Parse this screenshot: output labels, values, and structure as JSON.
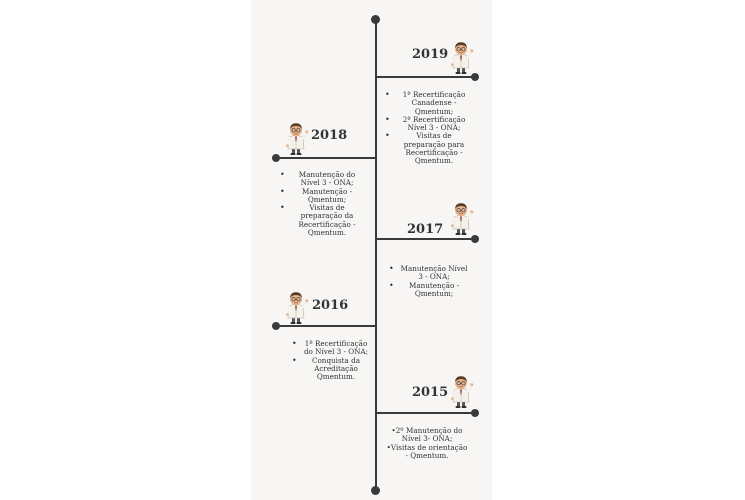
{
  "timeline": {
    "entries": [
      {
        "year": "2019",
        "items": [
          "1ª Recertificação Canadense - Qmentum;",
          "2ª Recertificação Nível 3 - ONA;",
          "Visitas de preparação para Recertificação - Qmentum."
        ]
      },
      {
        "year": "2018",
        "items": [
          "Manutenção do Nível 3 - ONA;",
          "Manutenção - Qmentum;",
          "Visitas de preparação da Recertificação - Qmentum."
        ]
      },
      {
        "year": "2017",
        "items": [
          "Manutenção Nível 3 - ONA;",
          "Manutenção - Qmentum;"
        ]
      },
      {
        "year": "2016",
        "items": [
          "1ª Recertificação do Nível 3 - ONA;",
          "Conquista da Acreditação Qmentum."
        ]
      },
      {
        "year": "2015",
        "items": [
          "•2º Manutenção do Nível 3- ONA;",
          "•Visitas de orientação - Qmentum."
        ]
      }
    ]
  },
  "colors": {
    "axis": "#3a3a3a",
    "background": "#f7f6f4",
    "mascot_coat": "#f4f1ea",
    "mascot_hair": "#5a3c24",
    "mascot_skin": "#e8b48c"
  },
  "icons": {
    "mascot": "doctor-mascot-icon"
  }
}
